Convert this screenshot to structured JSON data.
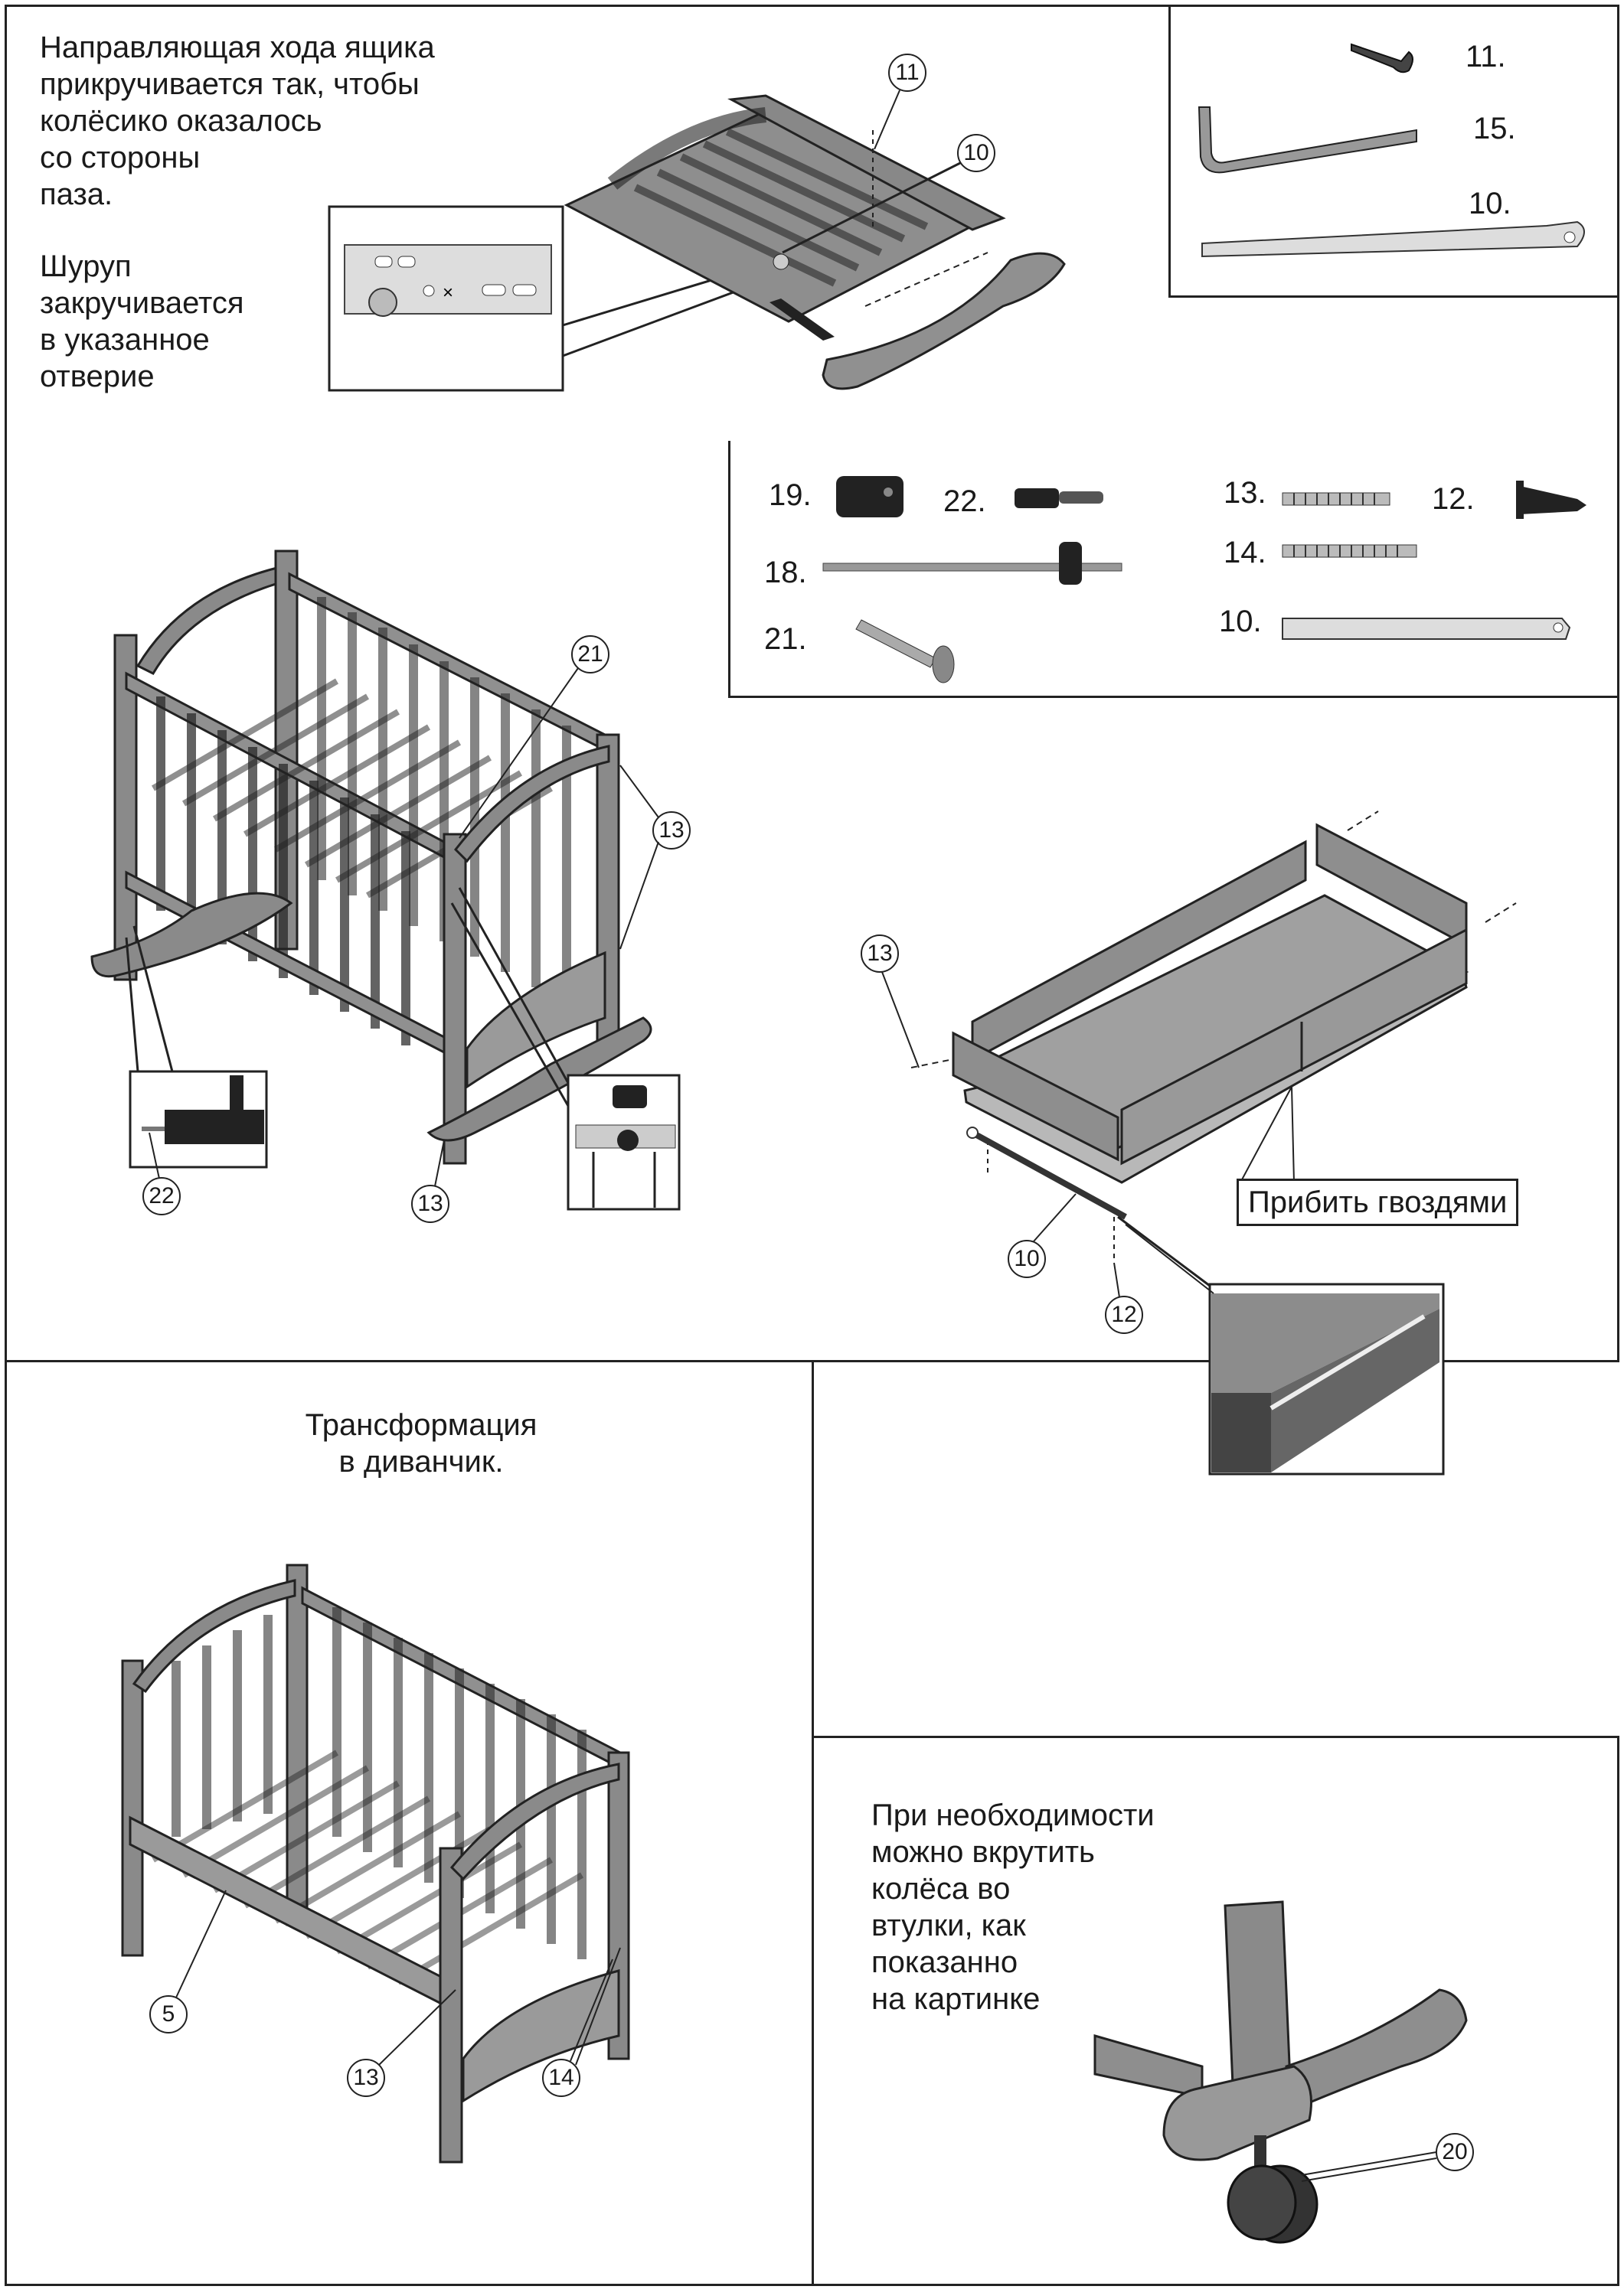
{
  "section1": {
    "guide_text": [
      "Направляющая хода ящика",
      "прикручивается так, чтобы",
      "колёсико оказалось",
      "со стороны",
      "паза."
    ],
    "screw_text": [
      "Шуруп",
      "закручивается",
      "в указанное",
      "отверие"
    ],
    "callouts": [
      "11",
      "10"
    ]
  },
  "parts_top": [
    {
      "label": "11.",
      "icon": "wood-screw-icon"
    },
    {
      "label": "15.",
      "icon": "hex-key-icon"
    },
    {
      "label": "10.",
      "icon": "drawer-rail-icon"
    }
  ],
  "parts_middle": [
    {
      "label": "19.",
      "icon": "cam-nut-icon"
    },
    {
      "label": "22.",
      "icon": "pin-icon"
    },
    {
      "label": "18.",
      "icon": "axle-icon"
    },
    {
      "label": "21.",
      "icon": "bolt-icon"
    },
    {
      "label": "13.",
      "icon": "long-screw-icon"
    },
    {
      "label": "12.",
      "icon": "short-screw-icon"
    },
    {
      "label": "14.",
      "icon": "screw-icon"
    },
    {
      "label": "10.",
      "icon": "drawer-rail-icon"
    }
  ],
  "crib_callouts": [
    "21",
    "13",
    "22",
    "13"
  ],
  "drawer": {
    "nail_label": "Прибить гвоздями",
    "callouts": [
      "13",
      "10",
      "12"
    ]
  },
  "sofa": {
    "title": [
      "Трансформация",
      "в диванчик."
    ],
    "callouts": [
      "5",
      "13",
      "14"
    ]
  },
  "wheel": {
    "text": [
      "При необходимости",
      "можно вкрутить",
      "колёса во",
      "втулки, как",
      "показанно",
      "на картинке"
    ],
    "callouts": [
      "20"
    ]
  }
}
